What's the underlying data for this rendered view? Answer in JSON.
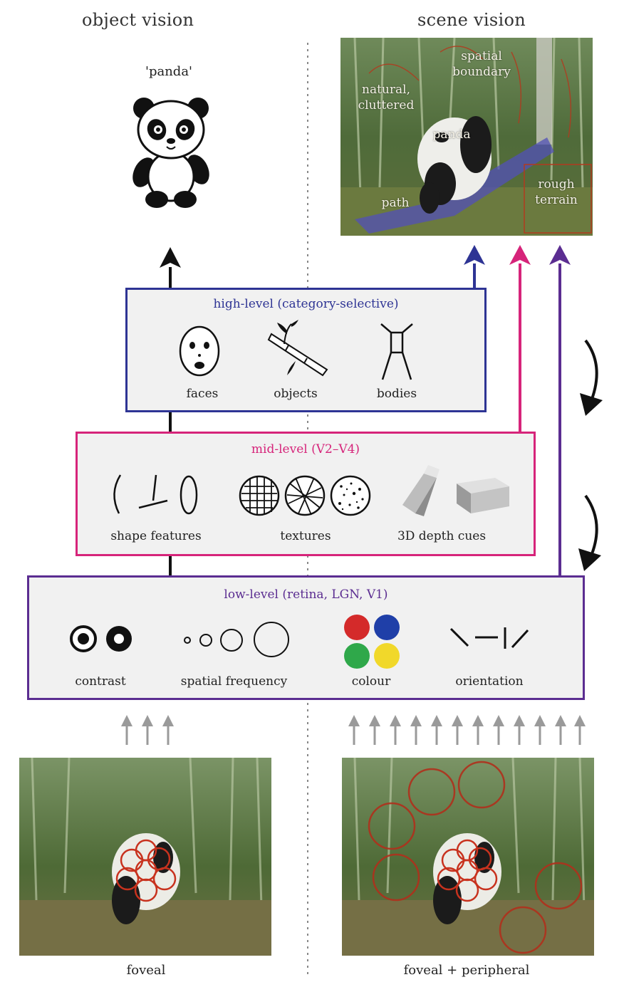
{
  "columns": {
    "object_vision": "object vision",
    "scene_vision": "scene vision"
  },
  "object_output": {
    "label": "'panda'"
  },
  "scene_photo": {
    "labels": {
      "spatial_boundary": "spatial\nboundary",
      "natural_cluttered": "natural,\ncluttered",
      "panda": "panda",
      "path": "path",
      "rough_terrain": "rough\nterrain"
    }
  },
  "high_level": {
    "title": "high-level (category-selective)",
    "items": [
      "faces",
      "objects",
      "bodies"
    ],
    "color": "#2e3494"
  },
  "mid_level": {
    "title": "mid-level (V2–V4)",
    "items": [
      "shape features",
      "textures",
      "3D depth cues"
    ],
    "color": "#d6247a"
  },
  "low_level": {
    "title": "low-level (retina, LGN, V1)",
    "items": [
      "contrast",
      "spatial frequency",
      "colour",
      "orientation"
    ],
    "color": "#5b2d91",
    "colour_dots": [
      "#d42a2a",
      "#1f3fa8",
      "#2fa84a",
      "#f1d82a"
    ]
  },
  "input_photos": {
    "left_caption": "foveal",
    "right_caption": "foveal + peripheral"
  }
}
